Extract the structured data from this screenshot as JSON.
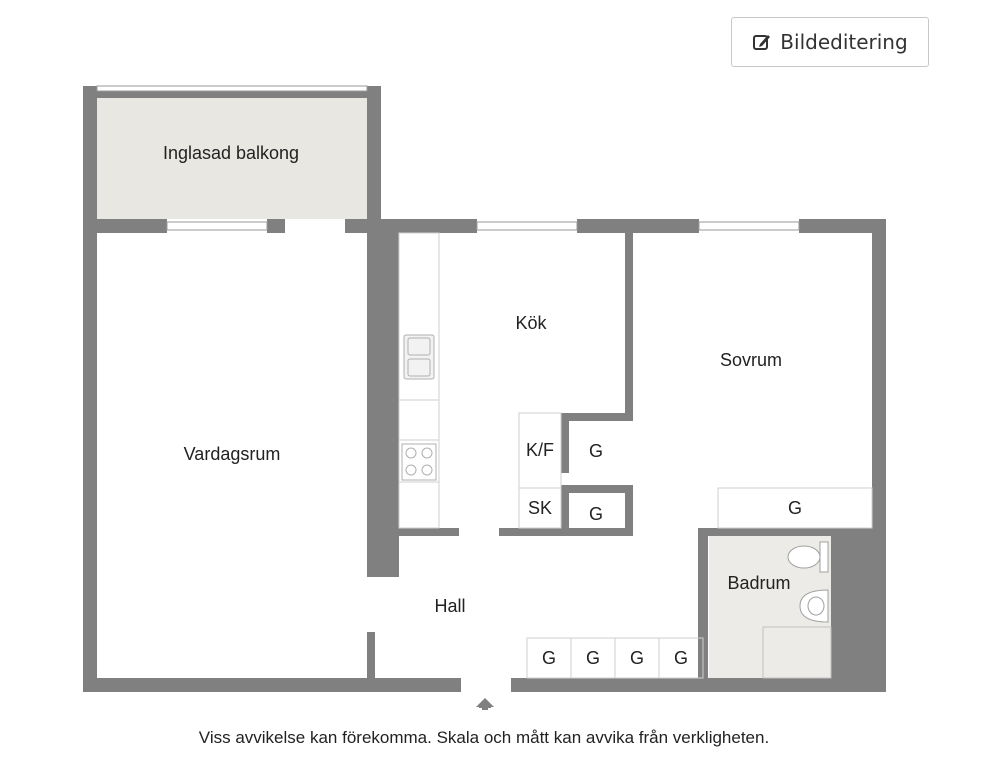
{
  "toolbar": {
    "edit_label": "Bildeditering",
    "edit_icon": "edit-icon"
  },
  "rooms": {
    "balcony": "Inglasad balkong",
    "living": "Vardagsrum",
    "kitchen": "Kök",
    "bedroom": "Sovrum",
    "hall": "Hall",
    "bath": "Badrum",
    "fridge": "K/F",
    "pantry": "SK",
    "wardrobe": "G"
  },
  "caption": "Viss avvikelse kan förekomma. Skala och mått kan avvika från verkligheten.",
  "colors": {
    "wall": "#808080",
    "balcony_floor": "#e9e7e2",
    "bath_floor": "#ecebe7",
    "floor": "#ffffff"
  }
}
